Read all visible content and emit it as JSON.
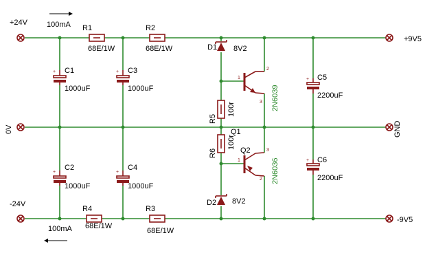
{
  "terminals": {
    "pos24": "+24V",
    "zero": "0V",
    "neg24": "-24V",
    "pos9v5": "+9V5",
    "gnd": "GND",
    "neg9v5": "-9V5"
  },
  "currents": {
    "top": "100mA",
    "bottom": "100mA"
  },
  "resistors": {
    "r1": {
      "ref": "R1",
      "value": "68E/1W"
    },
    "r2": {
      "ref": "R2",
      "value": "68E/1W"
    },
    "r3": {
      "ref": "R3",
      "value": "68E/1W"
    },
    "r4": {
      "ref": "R4",
      "value": "68E/1W"
    },
    "r5": {
      "ref": "R5",
      "value": "100r"
    },
    "r6": {
      "ref": "R6",
      "value": "100r"
    }
  },
  "capacitors": {
    "c1": {
      "ref": "C1",
      "value": "1000uF"
    },
    "c2": {
      "ref": "C2",
      "value": "1000uF"
    },
    "c3": {
      "ref": "C3",
      "value": "1000uF"
    },
    "c4": {
      "ref": "C4",
      "value": "1000uF"
    },
    "c5": {
      "ref": "C5",
      "value": "2200uF"
    },
    "c6": {
      "ref": "C6",
      "value": "2200uF"
    }
  },
  "diodes": {
    "d1": {
      "ref": "D1",
      "value": "8V2"
    },
    "d2": {
      "ref": "D2",
      "value": "8V2"
    }
  },
  "transistors": {
    "q1": {
      "ref": "Q1",
      "value": "2N6039"
    },
    "q2": {
      "ref": "Q2",
      "value": "2N6036"
    }
  },
  "pins": {
    "q1_1": "1",
    "q1_2": "2",
    "q1_3": "3",
    "q2_1": "1",
    "q2_2": "2",
    "q2_3": "3"
  },
  "colors": {
    "wire": "#2e8b2e",
    "component": "#8b1a1a",
    "part_value": "#2e8b2e"
  }
}
